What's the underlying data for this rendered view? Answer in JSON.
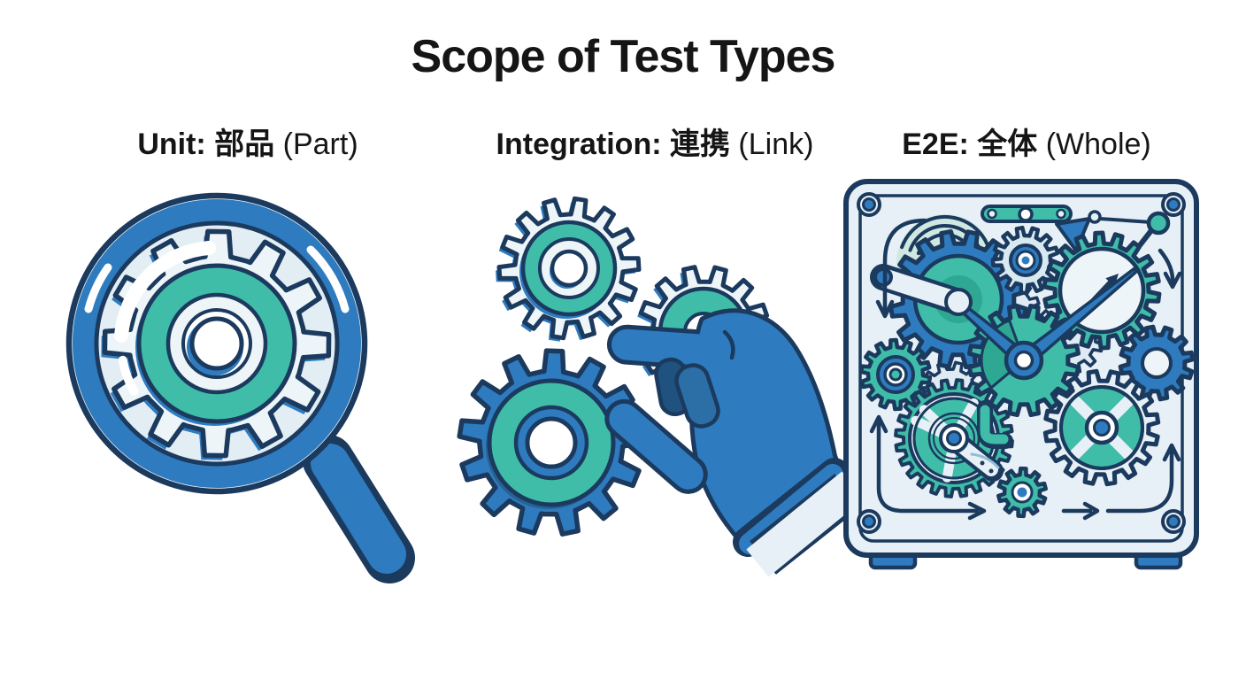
{
  "title": "Scope of Test Types",
  "panels": [
    {
      "id": "unit",
      "label_bold": "Unit: 部品",
      "label_regular": " (Part)",
      "illustration": "magnifying-glass-over-gear"
    },
    {
      "id": "integration",
      "label_bold": "Integration: 連携",
      "label_regular": " (Link)",
      "illustration": "hand-assembling-gears"
    },
    {
      "id": "e2e",
      "label_bold": "E2E: 全体",
      "label_regular": " (Whole)",
      "illustration": "clockwork-machine"
    }
  ],
  "colors": {
    "blue": "#2e7bc0",
    "blue-dark": "#266394",
    "navy": "#1b3a5e",
    "teal": "#3fbda9",
    "teal-dark": "#2fa893",
    "light": "#e7f0f6",
    "lighter": "#eef5f9",
    "lens": "#e2edf4",
    "gear-pale": "#d8e9f2",
    "ghost": "#dfeaf2",
    "ferrule": "#cfe2ee",
    "finger-dark": "#20527f",
    "finger-mid": "#2c6ea6",
    "ink": "#151515",
    "bg": "#ffffff"
  }
}
